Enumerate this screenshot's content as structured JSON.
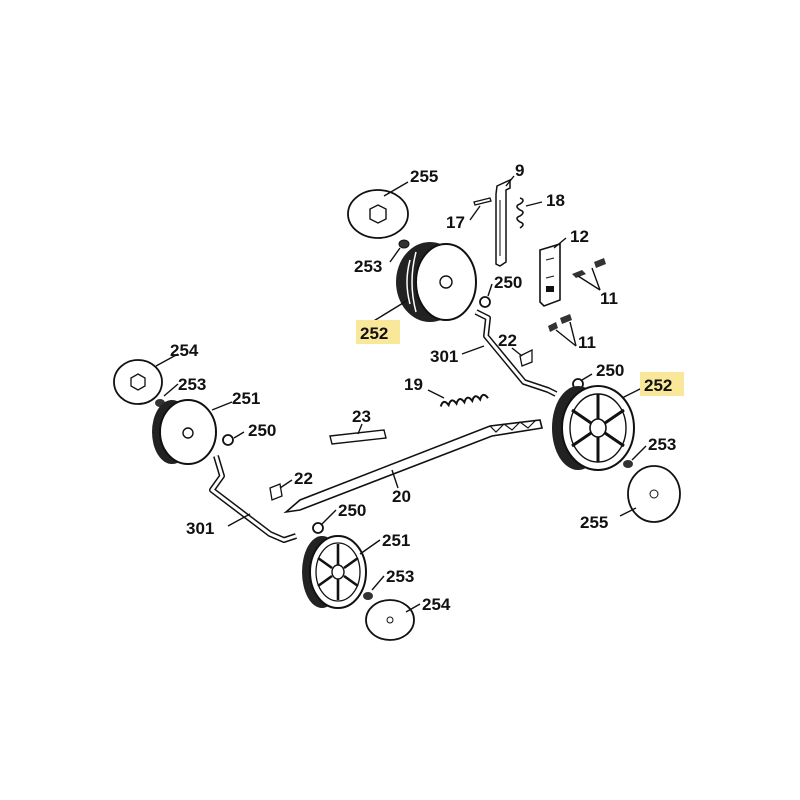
{
  "labels": {
    "l255a": "255",
    "l9": "9",
    "l18": "18",
    "l17": "17",
    "l12": "12",
    "l253a": "253",
    "l250a": "250",
    "l11a": "11",
    "l252a": "252",
    "l11b": "11",
    "l22a": "22",
    "l301a": "301",
    "l250b": "250",
    "l252b": "252",
    "l254a": "254",
    "l253b": "253",
    "l19": "19",
    "l251a": "251",
    "l250c": "250",
    "l23": "23",
    "l253c": "253",
    "l22b": "22",
    "l255b": "255",
    "l20": "20",
    "l301b": "301",
    "l250d": "250",
    "l251b": "251",
    "l253d": "253",
    "l254b": "254"
  },
  "colors": {
    "highlight": "#f9e79a",
    "ink": "#111111"
  }
}
